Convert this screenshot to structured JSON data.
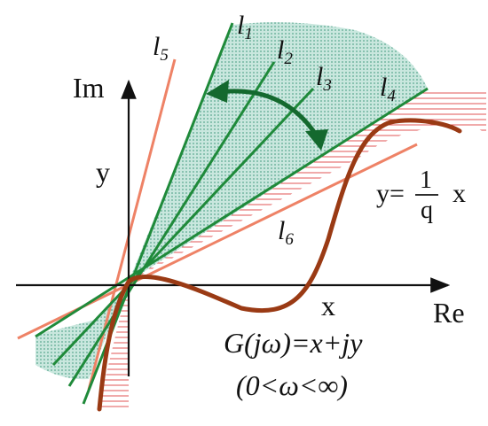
{
  "axes": {
    "real_label": "Re",
    "imag_label": "Im",
    "x_label": "x",
    "y_label": "y"
  },
  "lines": {
    "l1": {
      "letter": "l",
      "sub": "1"
    },
    "l2": {
      "letter": "l",
      "sub": "2"
    },
    "l3": {
      "letter": "l",
      "sub": "3"
    },
    "l4": {
      "letter": "l",
      "sub": "4"
    },
    "l5": {
      "letter": "l",
      "sub": "5"
    },
    "l6": {
      "letter": "l",
      "sub": "6"
    }
  },
  "popov_line": {
    "prefix": "y=",
    "frac_num": "1",
    "frac_den": "q",
    "suffix": "x"
  },
  "formula": {
    "line1": "G(jω)=x+jy",
    "line2": "(0<ω<∞)"
  },
  "colors": {
    "green_line": "#1f8a3a",
    "orange_line": "#ee8266",
    "curve": "#9a3a14",
    "arrow": "#14692e",
    "teal_fill": "#b6ddd3",
    "red_hatch": "#e05555",
    "axis": "#111111"
  }
}
